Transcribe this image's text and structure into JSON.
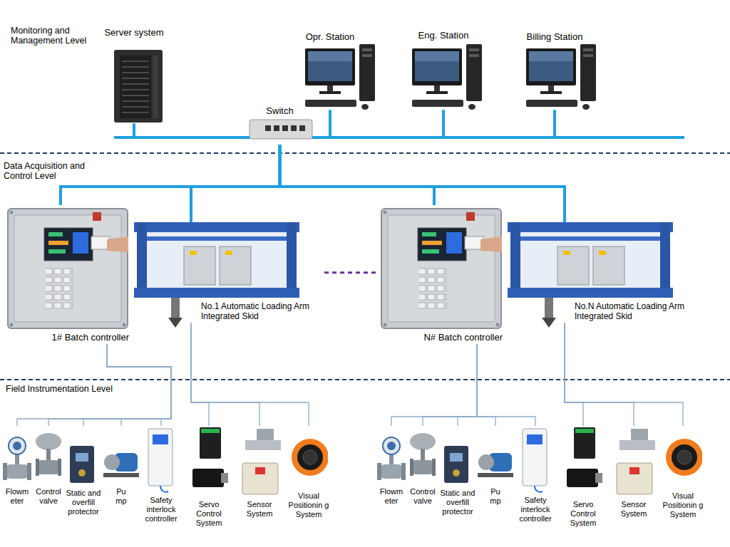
{
  "diagram": {
    "nodes": [
      {
        "text": [
          "Server system"
        ]
      },
      {
        "text": [
          "Switch"
        ]
      },
      {
        "text": [
          "Opr. Station"
        ]
      },
      {
        "text": [
          "Eng. Station"
        ]
      },
      {
        "text": [
          "Billing Station"
        ]
      },
      {
        "text": [
          "1# Batch controller"
        ]
      },
      {
        "text": [
          "No.1 Automatic Loading Arm Integrated Skid"
        ]
      },
      {
        "text": [
          "N# Batch controller"
        ]
      },
      {
        "text": [
          "No.N Automatic Loading Arm Integrated Skid"
        ]
      },
      {
        "text": [
          "Flowm eter"
        ]
      },
      {
        "text": [
          "Control valve"
        ]
      },
      {
        "text": [
          "Static and overfill protector"
        ]
      },
      {
        "text": [
          "Pu mp"
        ]
      },
      {
        "text": [
          "Safety interlock controller"
        ]
      },
      {
        "text": [
          "Servo Control System"
        ]
      },
      {
        "text": [
          "Sensor System"
        ]
      },
      {
        "text": [
          "Visual Positionin g System"
        ]
      },
      {
        "text": [
          "Flowm eter"
        ]
      },
      {
        "text": [
          "Control valve"
        ]
      },
      {
        "text": [
          "Static and overfill protector"
        ]
      },
      {
        "text": [
          "Pu mp"
        ]
      },
      {
        "text": [
          "Safety interlock controller"
        ]
      },
      {
        "text": [
          "Servo Control System"
        ]
      },
      {
        "text": [
          "Sensor System"
        ]
      },
      {
        "text": [
          "Visual Positionin g System"
        ]
      }
    ],
    "edges": [
      {
        "from": 1,
        "to": 0,
        "arrow": "none"
      },
      {
        "from": 1,
        "to": 2,
        "arrow": "none"
      },
      {
        "from": 1,
        "to": 3,
        "arrow": "none"
      },
      {
        "from": 1,
        "to": 4,
        "arrow": "none"
      },
      {
        "from": 1,
        "to": 5,
        "arrow": "none"
      },
      {
        "from": 1,
        "to": 6,
        "arrow": "none"
      },
      {
        "from": 1,
        "to": 7,
        "arrow": "none"
      },
      {
        "from": 1,
        "to": 8,
        "arrow": "none"
      },
      {
        "from": 6,
        "to": 7,
        "arrow": "none"
      },
      {
        "from": 5,
        "to": 9,
        "arrow": "none"
      },
      {
        "from": 5,
        "to": 10,
        "arrow": "none"
      },
      {
        "from": 5,
        "to": 11,
        "arrow": "none"
      },
      {
        "from": 5,
        "to": 12,
        "arrow": "none"
      },
      {
        "from": 5,
        "to": 13,
        "arrow": "none"
      },
      {
        "from": 6,
        "to": 14,
        "arrow": "none"
      },
      {
        "from": 6,
        "to": 15,
        "arrow": "none"
      },
      {
        "from": 6,
        "to": 16,
        "arrow": "none"
      },
      {
        "from": 7,
        "to": 17,
        "arrow": "none"
      },
      {
        "from": 7,
        "to": 18,
        "arrow": "none"
      },
      {
        "from": 7,
        "to": 19,
        "arrow": "none"
      },
      {
        "from": 7,
        "to": 20,
        "arrow": "none"
      },
      {
        "from": 7,
        "to": 21,
        "arrow": "none"
      },
      {
        "from": 8,
        "to": 22,
        "arrow": "none"
      },
      {
        "from": 8,
        "to": 23,
        "arrow": "none"
      },
      {
        "from": 8,
        "to": 24,
        "arrow": "none"
      }
    ],
    "labels": [
      "Monitoring and Management Level",
      "Data Acquisition and Control Level",
      "Field Instrumentation Level"
    ]
  }
}
